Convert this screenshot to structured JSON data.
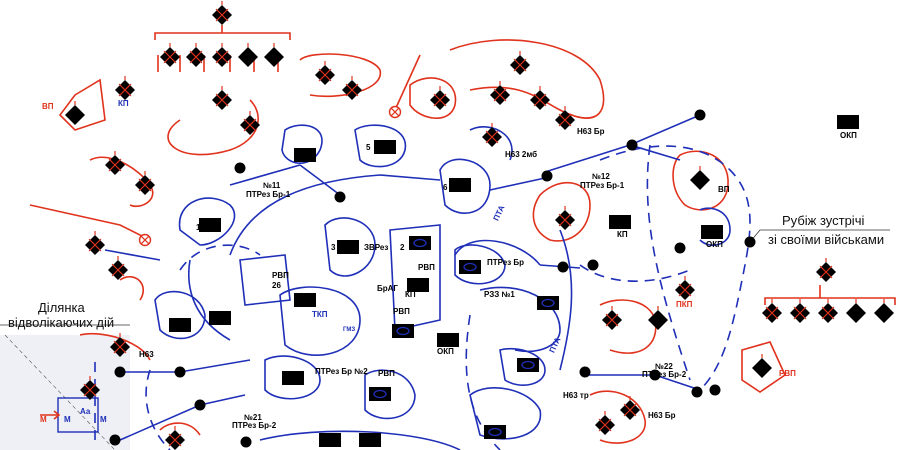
{
  "map": {
    "background": "#ffffff",
    "colors": {
      "friendly": "#1f2fb8",
      "enemy": "#e0321c",
      "decoy_area": "#eef0f6"
    },
    "labels": {
      "vp_top_left": "ВП",
      "kp_top_left": "КП",
      "line11_num": "№11",
      "line11_sub": "ПТРез Бр-1",
      "h63_2mb": "Н63 2мб",
      "h63_br_top": "Н63 Бр",
      "line12_num": "№12",
      "line12_sub": "ПТРез Бр-1",
      "okp_top_right": "ОКП",
      "vp_right": "ВП",
      "kp_right": "КП",
      "okp_right": "ОКП",
      "zvrez": "ЗВРез",
      "rvp_left": "РВП",
      "rvp_center": "РВП",
      "kp_center": "КП",
      "brag": "БрАГ",
      "ptrez_br": "ПТРез Бр",
      "rzz1": "РЗЗ №1",
      "pta_top": "ПТА",
      "pta_mid": "ПТА",
      "tkp": "ТКП",
      "gmz": "ГМЗ",
      "rvp_mid": "РВП",
      "okp_center": "ОКП",
      "h63_left": "Н63",
      "ptrez_br2": "ПТРез Бр №2",
      "rvp_bottom": "РВП",
      "line21_num": "№21",
      "line21_sub": "ПТРез Бр-2",
      "line22_num": "№22",
      "line22_sub": "ПТРез Бр-2",
      "h63_tr": "Н63 тр",
      "h63_br_bottom": "Н63 Бр",
      "pkp": "ПКП",
      "rvp_right": "РВП",
      "boundary_line1": "Рубіж зустрічі",
      "boundary_line2": "зі своїми військами",
      "decoy_line1": "Ділянка",
      "decoy_line2": "відволікаючих дій",
      "decoy_aa": "Аа",
      "decoy_m1": "М",
      "decoy_m2": "М",
      "decoy_m3": "М",
      "n26": "26",
      "n1": "1",
      "n2": "2",
      "n3": "3",
      "n5": "5",
      "n6": "6"
    }
  }
}
